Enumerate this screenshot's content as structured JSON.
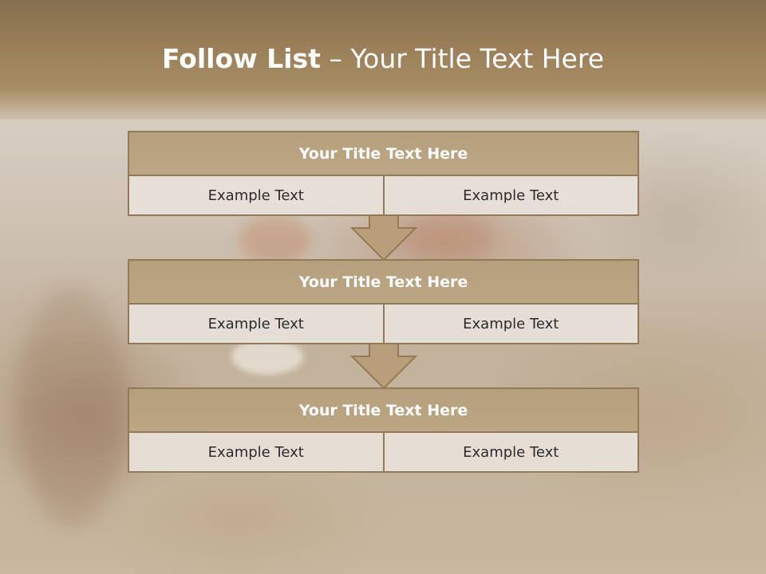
{
  "slide": {
    "title_bold": "Follow List",
    "title_rest": "– Your Title Text Here"
  },
  "colors": {
    "header": "#9a7f58",
    "box_head": "#b69f7d",
    "box_border": "#937a56",
    "cell_bg": "#e8e2da",
    "title_text": "#ffffff",
    "cell_text": "#2b2b2b"
  },
  "items": [
    {
      "title": "Your Title Text Here",
      "left": "Example Text",
      "right": "Example Text"
    },
    {
      "title": "Your Title Text Here",
      "left": "Example Text",
      "right": "Example Text"
    },
    {
      "title": "Your Title Text Here",
      "left": "Example Text",
      "right": "Example Text"
    }
  ],
  "connectors": [
    "down-arrow-icon",
    "down-arrow-icon"
  ]
}
